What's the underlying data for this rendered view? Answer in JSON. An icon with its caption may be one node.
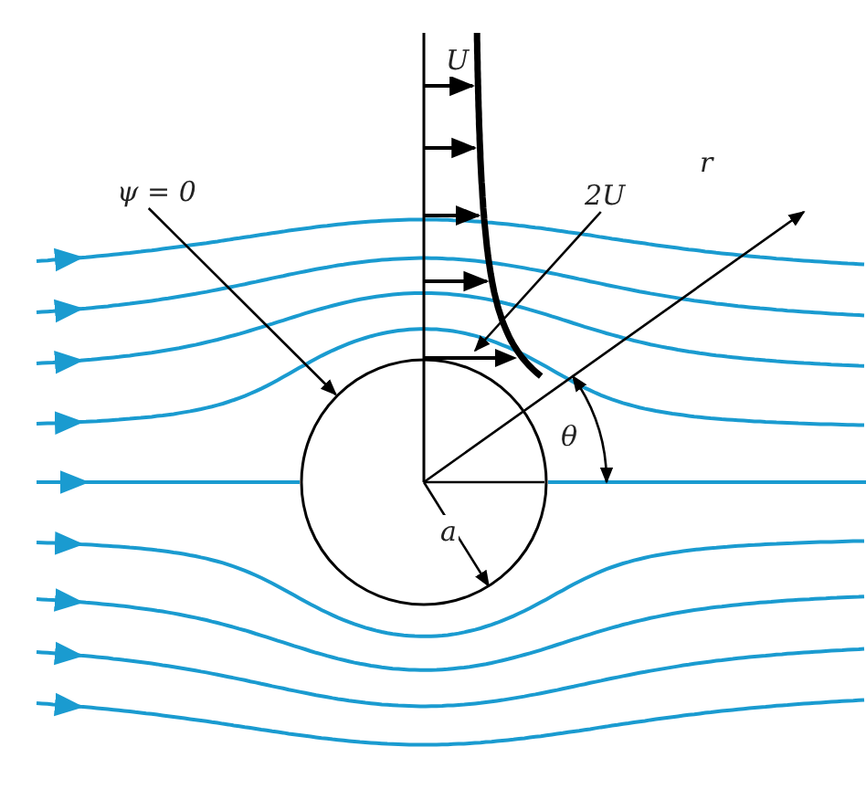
{
  "diagram": {
    "nodes": [
      {
        "text": [
          "ψ = 0"
        ]
      },
      {
        "text": [],
        "shape": "circle"
      },
      {
        "text": [
          "2U"
        ]
      },
      {
        "text": [],
        "shape": "arrow"
      }
    ],
    "edges": [
      {
        "from": 0,
        "to": 1,
        "arrow": "to"
      },
      {
        "from": 2,
        "to": 3,
        "arrow": "to"
      }
    ],
    "labels": [
      "U",
      "r",
      "θ",
      "a"
    ]
  }
}
